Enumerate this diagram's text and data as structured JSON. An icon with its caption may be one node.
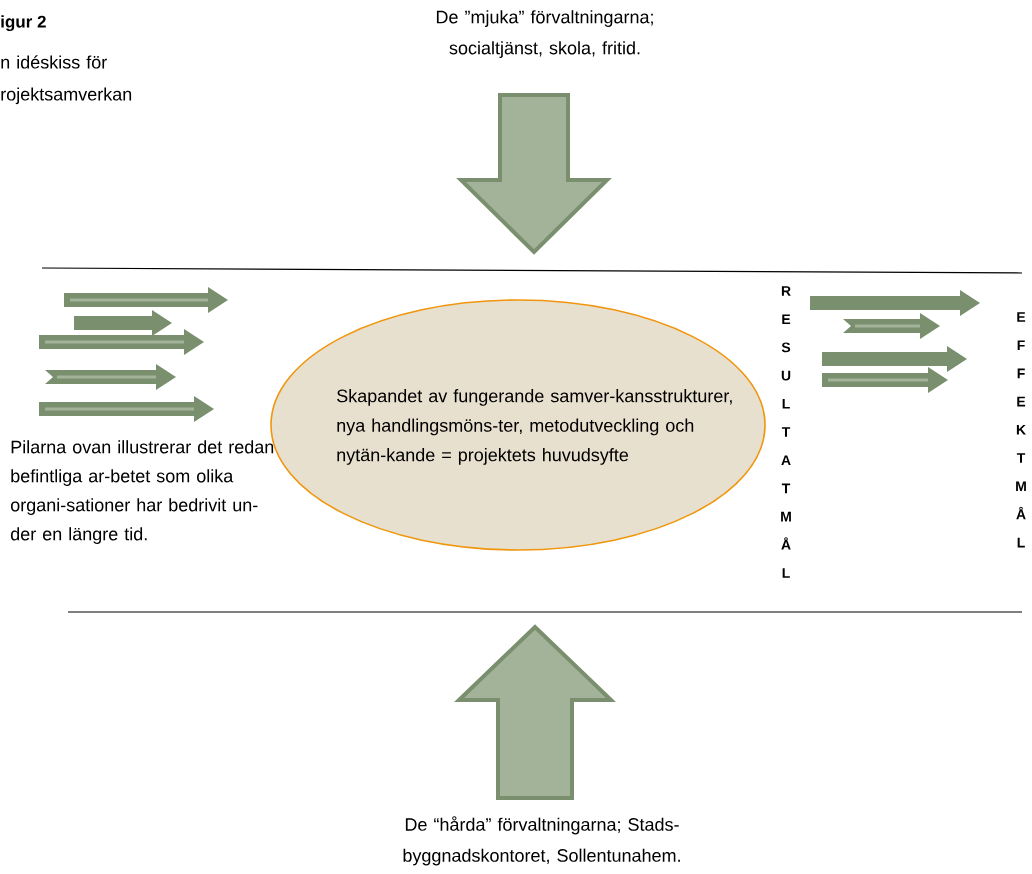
{
  "diagram": {
    "title": "igur 2",
    "nodes": [
      {
        "text": [
          "Skapandet av fungerande samver-kansstrukturer, nya handlingsmöns-ter, metodutveckling och nytän-kande = projektets huvudsyfte"
        ]
      }
    ],
    "labels": [
      "n idéskiss för rojektsamverkan",
      "De ”mjuka” förvaltningarna; socialtjänst, skola, fritid.",
      "Pilarna ovan illustrerar det redan befintliga ar-betet som olika organi-sationer har bedrivit un-der en längre tid.",
      "R E S U L T A T M Å L",
      "E F F E K T M Å L",
      "De “hårda” förvaltningarna; Stads-byggnadskontoret, Sollentunahem."
    ]
  }
}
